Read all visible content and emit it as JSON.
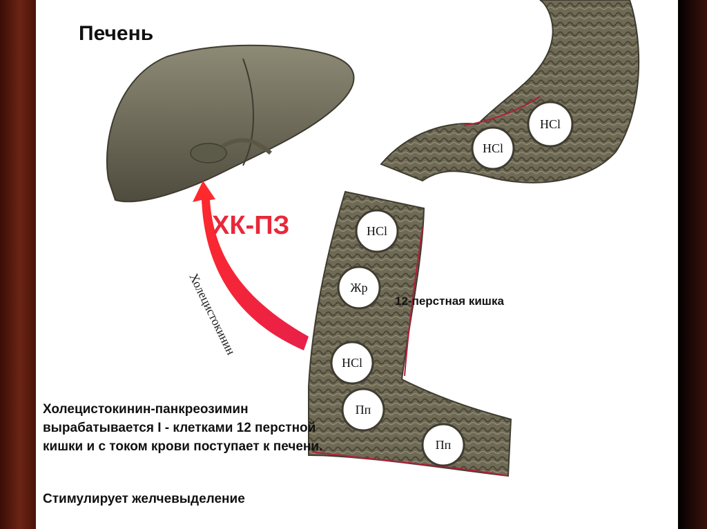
{
  "slide": {
    "title": "Печень",
    "hormone_abbrev": "ХК-ПЗ",
    "arrow_label": "Холецистокинин",
    "duodenum_label": "12-перстная кишка",
    "description": "Холецистокинин-панкреозимин вырабатывается  I - клетками 12 перстной кишки и с током крови поступает к печени.",
    "stimulates": "Стимулирует желчевыделение",
    "stomach_circles": [
      "HCl",
      "HCl"
    ],
    "duodenum_circles": [
      "HCl",
      "Жр",
      "HCl",
      "Пп",
      "Пп"
    ]
  },
  "colors": {
    "background_frame": "#5a1a10",
    "accent_red": "#e8283a",
    "organ_tissue": "#6f6a55"
  }
}
